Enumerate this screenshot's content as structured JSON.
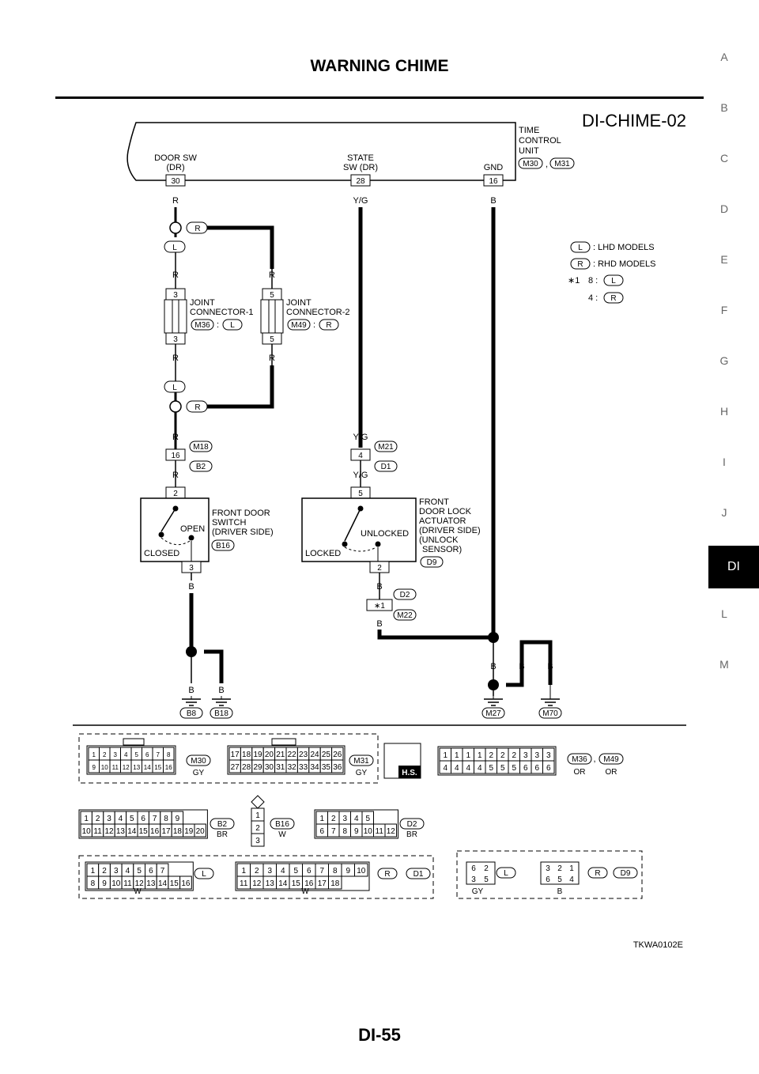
{
  "header": {
    "title": "WARNING CHIME"
  },
  "page_number": "DI-55",
  "side_index": [
    "A",
    "B",
    "C",
    "D",
    "E",
    "F",
    "G",
    "H",
    "I",
    "J",
    "DI",
    "L",
    "M"
  ],
  "side_index_active": "DI",
  "diagram": {
    "id": "DI-CHIME-02",
    "figure_code": "TKWA0102E",
    "unit": {
      "line1": "TIME",
      "line2": "CONTROL",
      "line3": "UNIT",
      "conn1": "M30",
      "sep": ",",
      "conn2": "M31"
    },
    "terminals": {
      "door_sw": {
        "label1": "DOOR SW",
        "label2": "(DR)",
        "pin": "30",
        "wire": "R"
      },
      "state_sw": {
        "label1": "STATE",
        "label2": "SW (DR)",
        "pin": "28",
        "wire": "Y/G"
      },
      "gnd": {
        "label": "GND",
        "pin": "16",
        "wire": "B"
      }
    },
    "legend": {
      "l_tag": "L",
      "l_text": ": LHD MODELS",
      "r_tag": "R",
      "r_text": ": RHD MODELS",
      "star": "∗1",
      "star_8": "8 :",
      "star_8_tag": "L",
      "star_4": "4 :",
      "star_4_tag": "R"
    },
    "branch_tags": {
      "r": "R",
      "l": "L"
    },
    "joint1": {
      "line1": "JOINT",
      "line2": "CONNECTOR-1",
      "conn": "M36",
      "colon": ":",
      "tag": "L",
      "pin_top": "3",
      "pin_bot": "3",
      "wire_top": "R",
      "wire_bot": "R"
    },
    "joint2": {
      "line1": "JOINT",
      "line2": "CONNECTOR-2",
      "conn": "M49",
      "colon": ":",
      "tag": "R",
      "pin_top": "5",
      "pin_bot": "5",
      "wire_top": "R",
      "wire_bot": "R"
    },
    "inline_m18": {
      "pin": "16",
      "conn_top": "M18",
      "conn_bot": "B2",
      "wire_top": "R",
      "wire_bot": "R"
    },
    "inline_m21": {
      "pin": "4",
      "conn_top": "M21",
      "conn_bot": "D1",
      "wire_top": "Y/G",
      "wire_bot": "Y/G"
    },
    "door_switch": {
      "line1": "FRONT DOOR",
      "line2": "SWITCH",
      "line3": "(DRIVER SIDE)",
      "conn": "B16",
      "pin_top": "2",
      "pin_bot": "3",
      "open": "OPEN",
      "closed": "CLOSED",
      "wire_bot": "B"
    },
    "lock_actuator": {
      "line1": "FRONT",
      "line2": "DOOR LOCK",
      "line3": "ACTUATOR",
      "line4": "(DRIVER SIDE)",
      "line5": "(UNLOCK",
      "line6": "SENSOR)",
      "conn": "D9",
      "pin_top": "5",
      "pin_bot": "2",
      "unlocked": "UNLOCKED",
      "locked": "LOCKED",
      "wire_bot": "B"
    },
    "star_connector": {
      "pin": "∗1",
      "conn_top": "D2",
      "conn_bot": "M22",
      "wire_bot": "B"
    },
    "grounds": [
      {
        "wire": "B",
        "conn": "B8"
      },
      {
        "wire": "B",
        "conn": "B18"
      },
      {
        "wire": "B",
        "conn": "M27"
      },
      {
        "wire": "B",
        "conn": "M70"
      }
    ],
    "extra_wire_labels": [
      "B",
      "B"
    ],
    "connectors": {
      "m30": {
        "row1": [
          "1",
          "2",
          "3",
          "4",
          "5",
          "6",
          "7",
          "8"
        ],
        "row2": [
          "9",
          "10",
          "11",
          "12",
          "13",
          "14",
          "15",
          "16"
        ],
        "conn": "M30",
        "color": "GY"
      },
      "m31": {
        "row1": [
          "17",
          "18",
          "19",
          "20",
          "21",
          "22",
          "23",
          "24",
          "25",
          "26"
        ],
        "row2": [
          "27",
          "28",
          "29",
          "30",
          "31",
          "32",
          "33",
          "34",
          "35",
          "36"
        ],
        "conn": "M31",
        "color": "GY"
      },
      "hs": "H.S.",
      "m36": {
        "row1": [
          "1",
          "1",
          "1",
          "1",
          "2",
          "2",
          "2",
          "3",
          "3",
          "3"
        ],
        "row2": [
          "4",
          "4",
          "4",
          "4",
          "5",
          "5",
          "5",
          "6",
          "6",
          "6"
        ],
        "conn1": "M36",
        "color1": "OR",
        "sep": ",",
        "conn2": "M49",
        "color2": "OR"
      },
      "b2": {
        "row1": [
          "1",
          "2",
          "3",
          "4",
          "5",
          "6",
          "7",
          "8",
          "9"
        ],
        "row2": [
          "10",
          "11",
          "12",
          "13",
          "14",
          "15",
          "16",
          "17",
          "18",
          "19",
          "20"
        ],
        "conn": "B2",
        "color": "BR"
      },
      "b16": {
        "pins": [
          "1",
          "2",
          "3"
        ],
        "conn": "B16",
        "color": "W"
      },
      "d2": {
        "row1": [
          "1",
          "2",
          "3",
          "4",
          "5"
        ],
        "row2": [
          "6",
          "7",
          "8",
          "9",
          "10",
          "11",
          "12"
        ],
        "conn": "D2",
        "color": "BR"
      },
      "d1_l": {
        "row1": [
          "1",
          "2",
          "3",
          "4",
          "5",
          "6",
          "7"
        ],
        "row2": [
          "8",
          "9",
          "10",
          "11",
          "12",
          "13",
          "14",
          "15",
          "16"
        ],
        "tag": "L",
        "color": "W"
      },
      "d1_r": {
        "row1": [
          "1",
          "2",
          "3",
          "4",
          "5",
          "6",
          "7",
          "8",
          "9",
          "10"
        ],
        "row2": [
          "11",
          "12",
          "13",
          "14",
          "15",
          "16",
          "17",
          "18"
        ],
        "tag": "R",
        "color": "W",
        "conn": "D1"
      },
      "d9_l": {
        "row1": [
          "6",
          "2"
        ],
        "row2": [
          "3",
          "5"
        ],
        "tag": "L",
        "color": "GY"
      },
      "d9_r": {
        "row1": [
          "3",
          "2",
          "1"
        ],
        "row2": [
          "6",
          "5",
          "4"
        ],
        "tag": "R",
        "color": "B",
        "conn": "D9"
      }
    }
  }
}
